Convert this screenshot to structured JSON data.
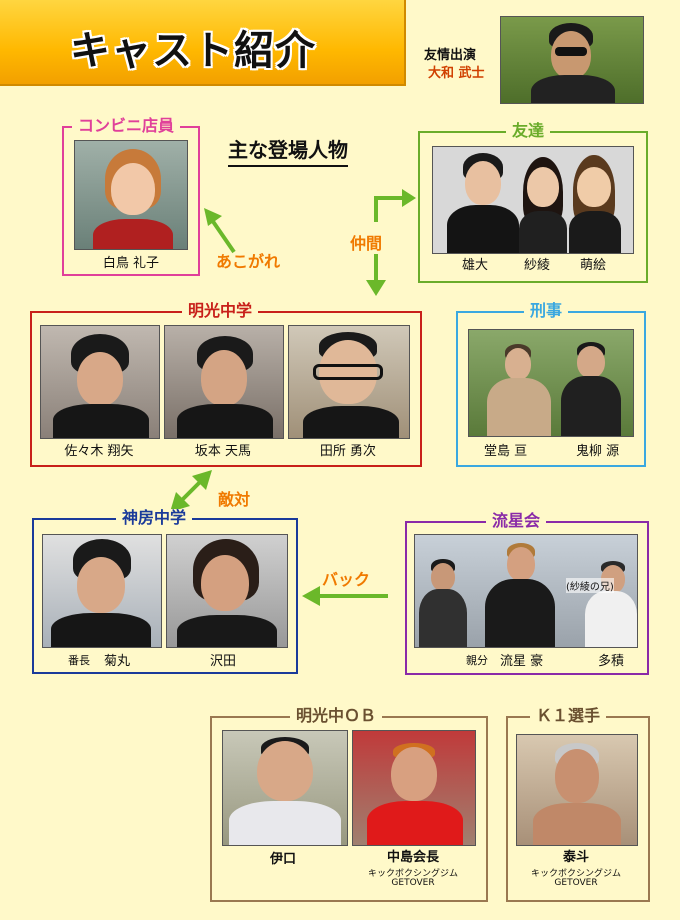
{
  "header": {
    "title": "キャスト紹介",
    "guest_role": "友情出演",
    "guest_name": "大和 武士"
  },
  "center_heading": "主な登場人物",
  "relations": {
    "admire": "あこがれ",
    "friends": "仲間",
    "rival": "敵対",
    "backing": "バック"
  },
  "groups": {
    "store": {
      "label": "コンビニ店員",
      "members": [
        "白鳥 礼子"
      ]
    },
    "friends": {
      "label": "友達",
      "members": [
        "雄大",
        "紗綾",
        "萌絵"
      ]
    },
    "meiko": {
      "label": "明光中学",
      "members": [
        "佐々木 翔矢",
        "坂本 天馬",
        "田所 勇次"
      ]
    },
    "police": {
      "label": "刑事",
      "members": [
        "堂島 亘",
        "鬼柳 源"
      ]
    },
    "kambo": {
      "label": "神房中学",
      "member1_role": "番長",
      "member1_name": "菊丸",
      "member2_name": "沢田"
    },
    "ryusei": {
      "label": "流星会",
      "boss_role": "親分",
      "boss_name": "流星 豪",
      "member2_name": "多積",
      "member2_note": "(紗綾の兄)"
    },
    "ob": {
      "label": "明光中ＯＢ",
      "member1_name": "伊口",
      "member2_name": "中島会長",
      "member2_gym": "キックボクシングジム",
      "member2_gym_name": "GETOVER"
    },
    "k1": {
      "label": "Ｋ１選手",
      "member_name": "泰斗",
      "gym": "キックボクシングジム",
      "gym_name": "GETOVER"
    }
  },
  "colors": {
    "store": "#e0409a",
    "friends": "#6aac2a",
    "meiko": "#c8201a",
    "police": "#3aa8e0",
    "kambo": "#1a3a9a",
    "ryusei": "#8a2aa8",
    "ob": "#9a7850",
    "k1": "#9a7850",
    "arrow": "#6bb82a",
    "relation_text": "#f07a00"
  }
}
